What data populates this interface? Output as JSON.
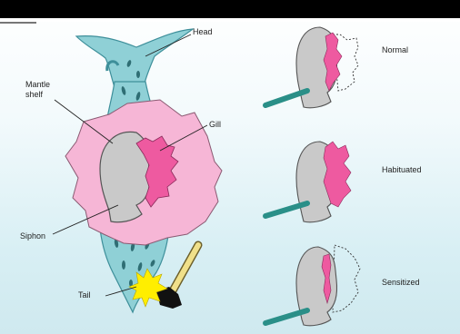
{
  "labels": {
    "head": "Head",
    "mantle_shelf_line1": "Mantle",
    "mantle_shelf_line2": "shelf",
    "gill": "Gill",
    "siphon": "Siphon",
    "tail": "Tail"
  },
  "states": [
    {
      "label": "Normal"
    },
    {
      "label": "Habituated"
    },
    {
      "label": "Sensitized"
    }
  ],
  "colors": {
    "body": "#8fd0d6",
    "body_outline": "#3e8f9a",
    "mantle": "#f6b6d6",
    "mantle_outline": "#8a5a72",
    "siphon": "#c9c9c9",
    "gill": "#ee5aa0",
    "probe": "#2a8f88",
    "brush_handle": "#f0e08a",
    "spark": "#ffee00"
  }
}
